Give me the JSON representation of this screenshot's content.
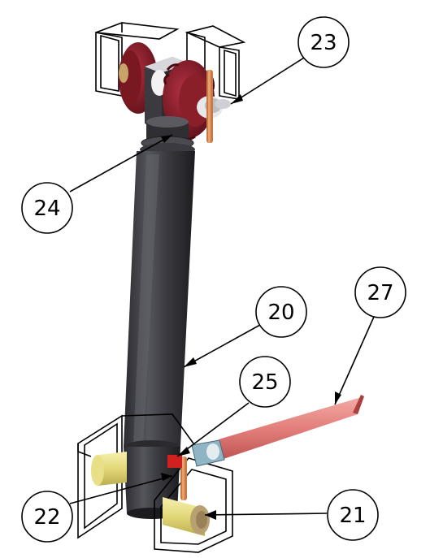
{
  "callouts": [
    {
      "label": "23"
    },
    {
      "label": "24"
    },
    {
      "label": "20"
    },
    {
      "label": "27"
    },
    {
      "label": "25"
    },
    {
      "label": "22"
    },
    {
      "label": "21"
    }
  ],
  "colors": {
    "column": "#2e2e33",
    "column_highlight": "#6a6a72",
    "gear": "#8a1f2a",
    "gear_dark": "#5a1018",
    "pin": "#c0703a",
    "handle": "#e88d8a",
    "bushing": "#e8e090",
    "bracket_line": "#000000"
  }
}
